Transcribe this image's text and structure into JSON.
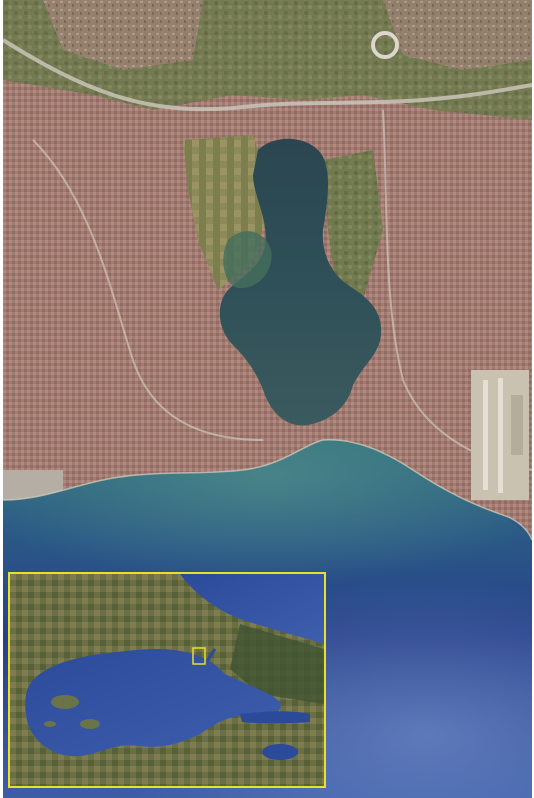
{
  "map": {
    "kind": "satellite-image",
    "subject": "coastal lagoon",
    "labels": [],
    "colors": {
      "urban": "#a77e72",
      "urban_dark": "#8e6a62",
      "vegetation": "#6a7a48",
      "farmland": "#8c8a58",
      "lagoon": "#2e4a52",
      "lagoon_green": "#3f6a5a",
      "sea_shallow": "#3f7a86",
      "sea_deep": "#28408a",
      "sea_far": "#5a78b8",
      "airport": "#c9c2b0",
      "highlight": "#e8e02a"
    }
  },
  "inset": {
    "kind": "overview-map",
    "labels": [],
    "highlight_box": true,
    "colors": {
      "land": "#5e6a3e",
      "land_dry": "#8a8458",
      "forest": "#3c5230",
      "sea": "#2c4a9a",
      "sea_edge": "#3e5fae",
      "islands": "#6b7448",
      "frame": "#e8e02a"
    }
  }
}
